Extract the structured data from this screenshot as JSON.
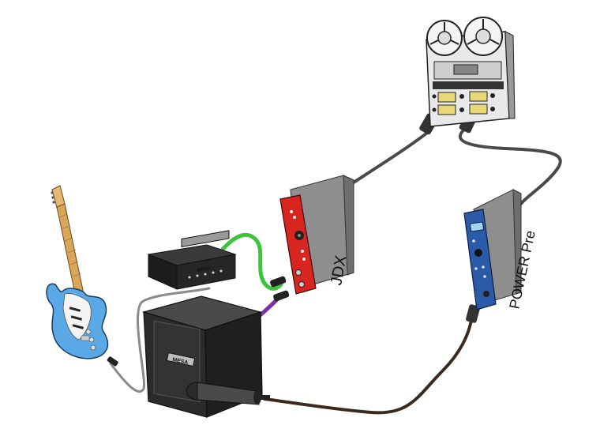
{
  "labels": {
    "jdx": "JDX",
    "power_pre": "POWER Pre",
    "amp_brand": "MESA",
    "cab_brand": "MESA"
  },
  "colors": {
    "background": "#ffffff",
    "jdx_red": "#d8251f",
    "power_pre_blue": "#2b5aa8",
    "guitar_blue": "#5aa9e6",
    "cable_green": "#3cc43c",
    "cable_purple": "#7b2fb0",
    "cable_gray": "#555555",
    "cable_brown": "#4a3322"
  },
  "icons": {
    "guitar": "electric-guitar-icon",
    "amp_head": "amp-head-icon",
    "cabinet": "speaker-cabinet-icon",
    "microphone": "microphone-icon",
    "jdx_unit": "di-box-module-icon",
    "power_pre_unit": "preamp-module-icon",
    "tape_machine": "reel-to-reel-recorder-icon"
  }
}
